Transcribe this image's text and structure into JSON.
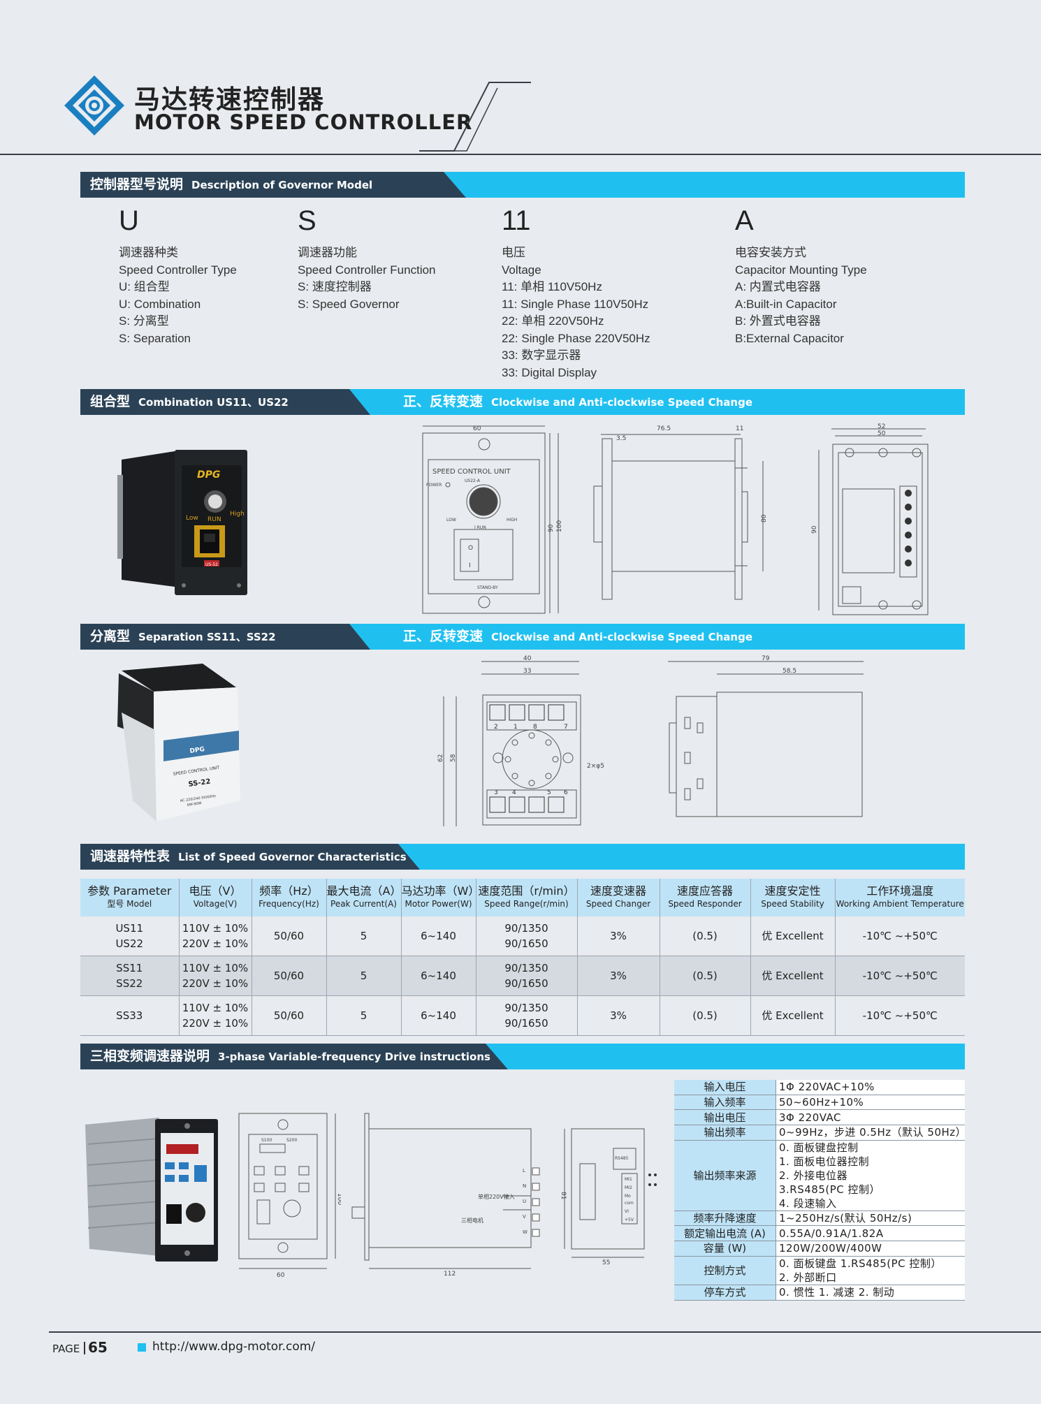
{
  "header": {
    "title_cn": "马达转速控制器",
    "title_en": "MOTOR SPEED CONTROLLER"
  },
  "model_section": {
    "title_cn": "控制器型号说明",
    "title_en": "Description of Governor Model",
    "codes": [
      {
        "letter": "U",
        "lines": [
          "调速器种类",
          "Speed Controller Type",
          "U: 组合型",
          "U: Combination",
          "S: 分离型",
          "S: Separation"
        ]
      },
      {
        "letter": "S",
        "lines": [
          "调速器功能",
          "Speed Controller Function",
          "S: 速度控制器",
          "S: Speed Governor"
        ]
      },
      {
        "letter": "11",
        "lines": [
          "电压",
          "Voltage",
          "11: 单相 110V50Hz",
          "11: Single Phase 110V50Hz",
          "22: 单相 220V50Hz",
          "22: Single Phase 220V50Hz",
          "33: 数字显示器",
          "33: Digital Display"
        ]
      },
      {
        "letter": "A",
        "lines": [
          "电容安装方式",
          "Capacitor Mounting Type",
          "A: 内置式电容器",
          "A:Built-in Capacitor",
          "B: 外置式电容器",
          "B:External Capacitor"
        ]
      }
    ]
  },
  "combination_section": {
    "title_cn": "组合型",
    "title_en": "Combination US11、US22",
    "right_cn": "正、反转变速",
    "right_en": "Clockwise and Anti-clockwise Speed Change",
    "device": {
      "brand": "DPG",
      "low": "Low",
      "run": "RUN",
      "high": "High",
      "model_tag": "US-52"
    },
    "front_panel": {
      "unit_label": "SPEED CONTROL UNIT",
      "model": "US22-A",
      "power": "POWER",
      "low": "LOW",
      "high": "HIGH",
      "run": "I RUN",
      "standby": "STAND-BY",
      "switch_on": "I",
      "switch_off": "O"
    },
    "dims": {
      "front_w": "60",
      "front_h_inner": "90",
      "front_h_outer": "100",
      "side_w": "76.5",
      "side_flange": "11",
      "side_step": "3.5",
      "side_h": "80",
      "back_w_outer": "52",
      "back_w_inner": "50",
      "back_h": "90"
    }
  },
  "separation_section": {
    "title_cn": "分离型",
    "title_en": "Separation SS11、SS22",
    "right_cn": "正、反转变速",
    "right_en": "Clockwise and Anti-clockwise Speed Change",
    "device": {
      "brand": "DPG",
      "unit_label": "SPEED CONTROL UNIT",
      "model": "SS-22",
      "spec": "AC 220/240 50/60Hz",
      "power": "6W-90W"
    },
    "dims": {
      "top_w_outer": "40",
      "top_w_inner": "33",
      "h_outer": "62",
      "h_inner": "58",
      "hole": "2×φ5",
      "pins_top": [
        "2",
        "1",
        "8",
        "7"
      ],
      "pins_bottom": [
        "3",
        "4",
        "5",
        "6"
      ],
      "side_w_outer": "79",
      "side_w_inner": "58.5"
    }
  },
  "spec_section": {
    "title_cn": "调速器特性表",
    "title_en": "List of Speed Governor Characteristics",
    "headers": [
      {
        "cn": "参数 Parameter",
        "en": "型号 Model"
      },
      {
        "cn": "电压（V）",
        "en": "Voltage(V)"
      },
      {
        "cn": "频率（Hz）",
        "en": "Frequency(Hz)"
      },
      {
        "cn": "最大电流（A）",
        "en": "Peak Current(A)"
      },
      {
        "cn": "马达功率（W）",
        "en": "Motor Power(W)"
      },
      {
        "cn": "速度范围（r/min）",
        "en": "Speed Range(r/min)"
      },
      {
        "cn": "速度变速器",
        "en": "Speed Changer"
      },
      {
        "cn": "速度应答器",
        "en": "Speed Responder"
      },
      {
        "cn": "速度安定性",
        "en": "Speed Stability"
      },
      {
        "cn": "工作环境温度",
        "en": "Working Ambient Temperature"
      }
    ],
    "rows": [
      {
        "model_a": "US11",
        "model_b": "US22",
        "v_a": "110V ± 10%",
        "v_b": "220V ± 10%",
        "freq": "50/60",
        "current": "5",
        "power": "6~140",
        "speed_a": "90/1350",
        "speed_b": "90/1650",
        "changer": "3%",
        "responder": "(0.5)",
        "stability": "优 Excellent",
        "temp": "-10℃ ~+50℃"
      },
      {
        "model_a": "SS11",
        "model_b": "SS22",
        "v_a": "110V ± 10%",
        "v_b": "220V ± 10%",
        "freq": "50/60",
        "current": "5",
        "power": "6~140",
        "speed_a": "90/1350",
        "speed_b": "90/1650",
        "changer": "3%",
        "responder": "(0.5)",
        "stability": "优 Excellent",
        "temp": "-10℃ ~+50℃"
      },
      {
        "model_a": "SS33",
        "model_b": "",
        "v_a": "110V ± 10%",
        "v_b": "220V ± 10%",
        "freq": "50/60",
        "current": "5",
        "power": "6~140",
        "speed_a": "90/1350",
        "speed_b": "90/1650",
        "changer": "3%",
        "responder": "(0.5)",
        "stability": "优 Excellent",
        "temp": "-10℃ ~+50℃"
      }
    ]
  },
  "drive_section": {
    "title_cn": "三相变频调速器说明",
    "title_en": "3-phase Variable-frequency Drive instructions",
    "drawing": {
      "panel_w": "60",
      "panel_h": "100",
      "side_w": "112",
      "back_w": "55",
      "back_h": "81",
      "input_label": "单相220V输入",
      "motor_label": "三相电机",
      "terminals": [
        "L",
        "N",
        "U",
        "V",
        "W"
      ],
      "rs485": "RS485",
      "ctrl_pins": [
        "MI1",
        "MI2",
        "Mo",
        "com",
        "VI",
        "+5V"
      ],
      "s100": "S100",
      "s200": "S200"
    },
    "rows": [
      {
        "k": "输入电压",
        "v": [
          "1Φ 220VAC+10%"
        ]
      },
      {
        "k": "输入频率",
        "v": [
          "50~60Hz+10%"
        ]
      },
      {
        "k": "输出电压",
        "v": [
          "3Φ 220VAC"
        ]
      },
      {
        "k": "输出频率",
        "v": [
          "0~99Hz，步进 0.5Hz（默认 50Hz）"
        ]
      },
      {
        "k": "输出频率来源",
        "v": [
          "0. 面板键盘控制",
          "1. 面板电位器控制",
          "2. 外接电位器",
          "3.RS485(PC 控制）",
          "4. 段速输入"
        ]
      },
      {
        "k": "频率升降速度",
        "v": [
          "1~250Hz/s(默认 50Hz/s)"
        ]
      },
      {
        "k": "额定输出电流 (A)",
        "v": [
          "0.55A/0.91A/1.82A"
        ]
      },
      {
        "k": "容量 (W)",
        "v": [
          "120W/200W/400W"
        ]
      },
      {
        "k": "控制方式",
        "v": [
          "0. 面板键盘    1.RS485(PC 控制）",
          "2. 外部断口"
        ]
      },
      {
        "k": "停车方式",
        "v": [
          "0. 惯性   1. 减速   2. 制动"
        ]
      }
    ]
  },
  "footer": {
    "page_label": "PAGE",
    "page_num": "65",
    "url": "http://www.dpg-motor.com/"
  },
  "colors": {
    "accent": "#1fc0f0",
    "dark_bar": "#2b4256",
    "table_header": "#bfe3f6",
    "logo_blue": "#1a7fc1"
  }
}
